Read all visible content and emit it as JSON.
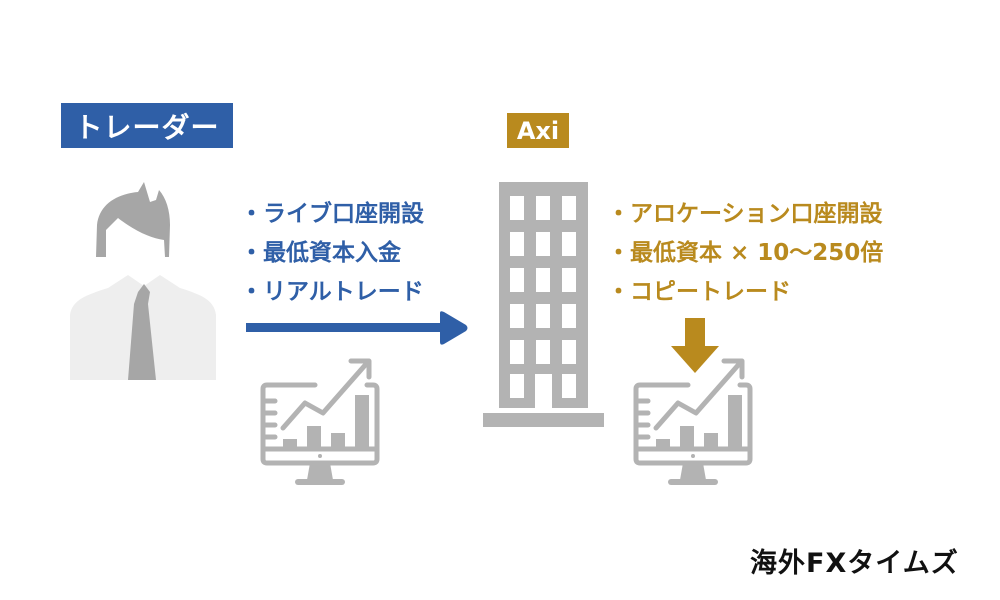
{
  "trader": {
    "label": "トレーダー",
    "steps": [
      "・ライブ口座開設",
      "・最低資本入金",
      "・リアルトレード"
    ]
  },
  "broker": {
    "label": "Axi",
    "steps": [
      "・アロケーション口座開設",
      "・最低資本 × 10〜250倍",
      "・コピートレード"
    ]
  },
  "icons": {
    "person": "person-icon",
    "building": "building-icon",
    "monitor_chart": "monitor-chart-icon",
    "arrow_right": "arrow-right-icon",
    "arrow_down": "arrow-down-icon"
  },
  "colors": {
    "blue": "#2f5fa7",
    "gold": "#b98a1e",
    "gray": "#b3b3b3",
    "light_gray": "#eeeeee"
  },
  "footer": {
    "logo_text": "海外FXタイムズ"
  }
}
